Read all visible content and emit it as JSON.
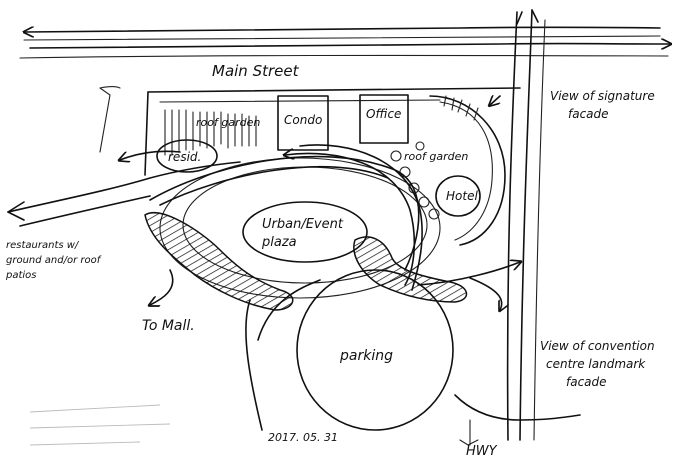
{
  "labels": {
    "main_street": "Main Street",
    "roof_garden_top": "roof garden",
    "condo": "Condo",
    "office": "Office",
    "view_signature": "View of signature",
    "view_signature_2": "facade",
    "roof_garden_right": "roof garden",
    "resid": "resid.",
    "hotel": "Hotel",
    "urban_plaza": "Urban/Event",
    "urban_plaza_2": "plaza",
    "restaurants_1": "restaurants w/",
    "restaurants_2": "ground and/or roof",
    "restaurants_3": "patios",
    "to_mall": "To Mall.",
    "parking": "parking",
    "view_convention_1": "View of convention",
    "view_convention_2": "centre landmark",
    "view_convention_3": "facade",
    "date": "2017. 05. 31",
    "hwy": "HWY"
  }
}
